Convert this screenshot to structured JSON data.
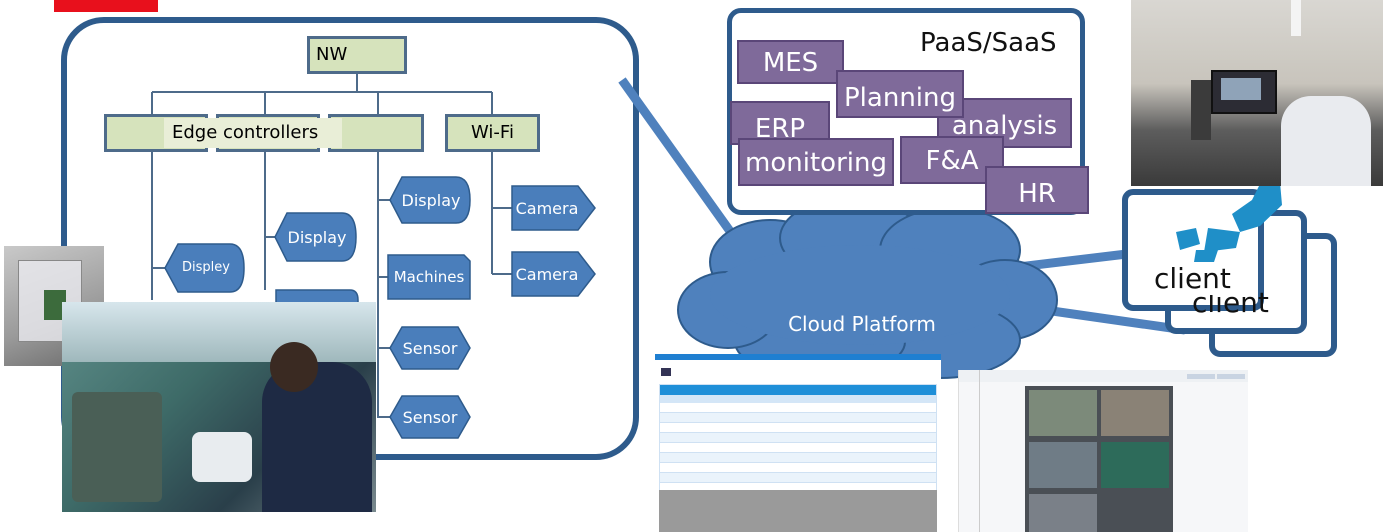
{
  "header_bar": {
    "color": "#e8101c"
  },
  "network": {
    "nw_label": "NW",
    "edge_label": "Edge controllers",
    "wifi_label": "Wi-Fi",
    "devices": {
      "displey": "Displey",
      "display_a": "Display",
      "display_b": "Display",
      "machines": "Machines",
      "sensor_a": "Sensor",
      "sensor_b": "Sensor",
      "camera_a": "Camera",
      "camera_b": "Camera"
    }
  },
  "paas": {
    "title": "PaaS/SaaS",
    "items": [
      "MES",
      "Planning",
      "ERP",
      "analysis",
      "monitoring",
      "F&A",
      "HR"
    ]
  },
  "cloud": {
    "label": "Cloud Platform"
  },
  "clients": {
    "back_label": "client",
    "front_label": "client"
  },
  "colors": {
    "frame": "#2e5b8c",
    "purple": "#7f6a9a",
    "green": "#d6e3bc",
    "cloud": "#4f81bd",
    "device": "#4a7ebb",
    "japan": "#1f8fc8"
  }
}
